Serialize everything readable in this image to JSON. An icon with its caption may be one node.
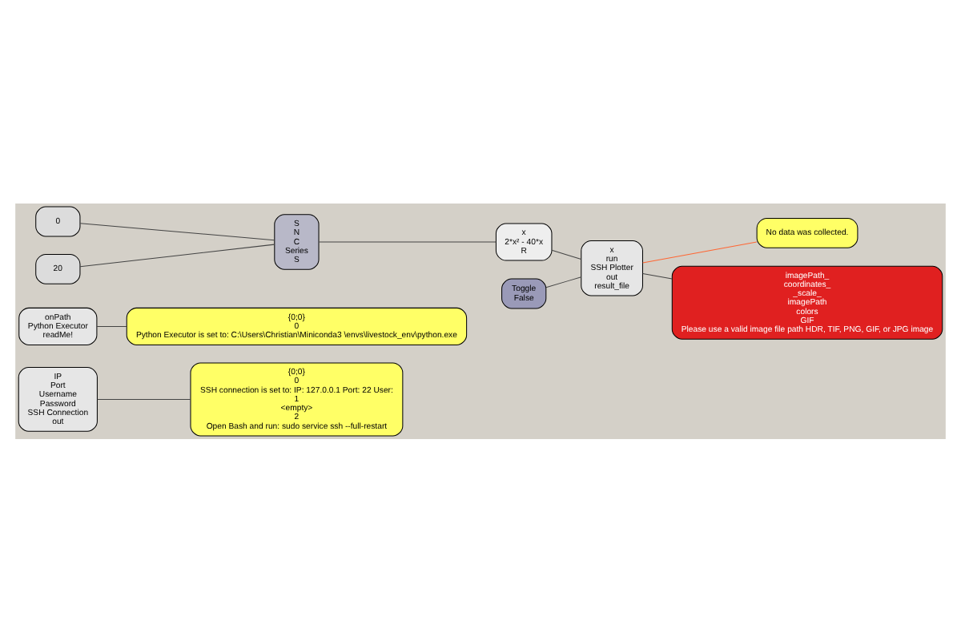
{
  "diagram": {
    "nodes": [
      {
        "text": [
          "IP",
          "Port",
          "Username",
          "Password",
          "SSH Connection",
          "out"
        ]
      },
      {
        "text": [
          "{0;0}",
          "0",
          "SSH connection is set to: IP: 127.0.0.1 Port: 22 User:",
          "1",
          "<empty>",
          "2",
          "Open Bash and run: sudo service ssh --full-restart"
        ]
      },
      {
        "text": [
          "onPath",
          "Python Executor",
          "readMe!"
        ]
      },
      {
        "text": [
          "{0;0}",
          "0",
          "Python Executor is set to: C:\\Users\\Christian\\Miniconda3 \\envs\\livestock_env\\python.exe"
        ]
      },
      {
        "text": [
          "0"
        ]
      },
      {
        "text": [
          "20"
        ]
      },
      {
        "text": [
          "S",
          "N",
          "C",
          "Series",
          "S"
        ]
      },
      {
        "text": [
          "x",
          "2*x² - 40*x",
          "R"
        ]
      },
      {
        "text": [
          "Toggle",
          "False"
        ]
      },
      {
        "text": [
          "x",
          "run",
          "SSH Plotter",
          "out",
          "result_file"
        ]
      },
      {
        "text": [
          "No data was collected."
        ]
      },
      {
        "text": [
          "imagePath_",
          "coordinates_",
          "_scale_",
          "imagePath",
          "colors",
          "GIF",
          "Please use a valid image file path HDR, TIF, PNG, GIF, or JPG image"
        ]
      }
    ],
    "edges": [
      {
        "from": 0,
        "to": 1,
        "arrow": "none"
      },
      {
        "from": 2,
        "to": 3,
        "arrow": "none"
      },
      {
        "from": 4,
        "to": 6,
        "arrow": "none"
      },
      {
        "from": 5,
        "to": 6,
        "arrow": "none"
      },
      {
        "from": 6,
        "to": 7,
        "arrow": "none"
      },
      {
        "from": 7,
        "to": 9,
        "arrow": "none"
      },
      {
        "from": 8,
        "to": 9,
        "arrow": "none"
      },
      {
        "from": 9,
        "to": 10,
        "arrow": "none",
        "color": "#ff6633"
      },
      {
        "from": 9,
        "to": 11,
        "arrow": "none"
      }
    ]
  }
}
